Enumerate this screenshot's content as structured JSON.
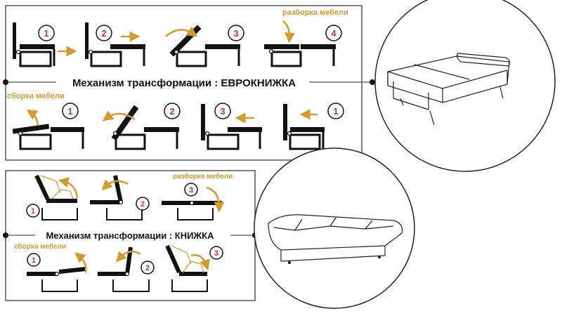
{
  "eurobook": {
    "title": "Механизм трансформации : ЕВРОКНИЖКА",
    "unfold_label": "разборка мебели",
    "fold_label": "сборка мебели",
    "unfold_steps": [
      "1",
      "2",
      "3",
      "4"
    ],
    "fold_steps": [
      "1",
      "2",
      "3",
      "1"
    ]
  },
  "book": {
    "title": "Механизм трансформации : КНИЖКА",
    "unfold_label": "разборка мебели",
    "fold_label": "сборка мебели",
    "unfold_steps": [
      "1",
      "2",
      "3"
    ],
    "fold_steps": [
      "1",
      "2",
      "3"
    ]
  },
  "colors": {
    "arrow": "#d49a2c",
    "step_number": "#c0392b"
  }
}
